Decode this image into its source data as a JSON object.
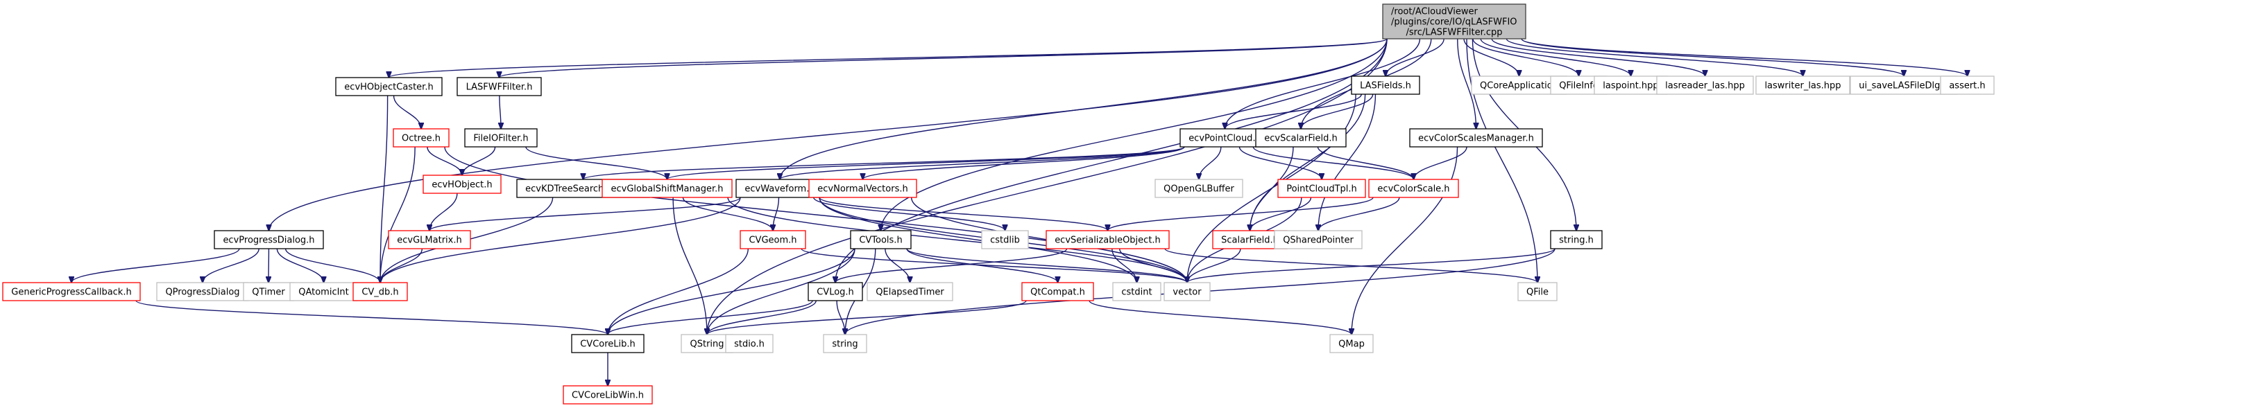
{
  "diagram": {
    "type": "include-dependency-graph",
    "colors": {
      "edge": "#191970",
      "root_fill": "#bfbfbf",
      "root_border": "#404040",
      "documented_border": "#000000",
      "truncated_border": "#ff0000",
      "external_border": "#bfbfbf"
    },
    "legend_of_styles": {
      "root": "file being documented (grey fill)",
      "documented": "black border",
      "truncated": "red border (has more includes not shown)",
      "external": "grey border (system / third-party header)"
    },
    "nodes": [
      {
        "id": "root",
        "label": [
          "/root/ACloudViewer",
          "/plugins/core/IO/qLASFWFIO",
          "/src/LASFWFFilter.cpp"
        ],
        "style": "root"
      },
      {
        "id": "ecvHObjectCaster",
        "label": [
          "ecvHObjectCaster.h"
        ],
        "style": "documented"
      },
      {
        "id": "LASFWFFilter",
        "label": [
          "LASFWFFilter.h"
        ],
        "style": "documented"
      },
      {
        "id": "LASFields",
        "label": [
          "LASFields.h"
        ],
        "style": "documented"
      },
      {
        "id": "QCoreApplication",
        "label": [
          "QCoreApplication"
        ],
        "style": "external"
      },
      {
        "id": "QFileInfo",
        "label": [
          "QFileInfo"
        ],
        "style": "external"
      },
      {
        "id": "laspoint",
        "label": [
          "laspoint.hpp"
        ],
        "style": "external"
      },
      {
        "id": "lasreader_las",
        "label": [
          "lasreader_las.hpp"
        ],
        "style": "external"
      },
      {
        "id": "laswriter_las",
        "label": [
          "laswriter_las.hpp"
        ],
        "style": "external"
      },
      {
        "id": "ui_saveLASFileDlg",
        "label": [
          "ui_saveLASFileDlg.h"
        ],
        "style": "external"
      },
      {
        "id": "assert",
        "label": [
          "assert.h"
        ],
        "style": "external"
      },
      {
        "id": "Octree",
        "label": [
          "Octree.h"
        ],
        "style": "truncated"
      },
      {
        "id": "FileIOFilter",
        "label": [
          "FileIOFilter.h"
        ],
        "style": "documented"
      },
      {
        "id": "ecvPointCloud",
        "label": [
          "ecvPointCloud.h"
        ],
        "style": "documented"
      },
      {
        "id": "ecvScalarField",
        "label": [
          "ecvScalarField.h"
        ],
        "style": "documented"
      },
      {
        "id": "ecvColorScalesManager",
        "label": [
          "ecvColorScalesManager.h"
        ],
        "style": "documented"
      },
      {
        "id": "ecvHObject",
        "label": [
          "ecvHObject.h"
        ],
        "style": "truncated"
      },
      {
        "id": "ecvKDTreeSearchParam",
        "label": [
          "ecvKDTreeSearchParam.h"
        ],
        "style": "documented"
      },
      {
        "id": "ecvGlobalShiftManager",
        "label": [
          "ecvGlobalShiftManager.h"
        ],
        "style": "truncated"
      },
      {
        "id": "ecvWaveform",
        "label": [
          "ecvWaveform.h"
        ],
        "style": "documented"
      },
      {
        "id": "ecvNormalVectors",
        "label": [
          "ecvNormalVectors.h"
        ],
        "style": "truncated"
      },
      {
        "id": "QOpenGLBuffer",
        "label": [
          "QOpenGLBuffer"
        ],
        "style": "external"
      },
      {
        "id": "PointCloudTpl",
        "label": [
          "PointCloudTpl.h"
        ],
        "style": "truncated"
      },
      {
        "id": "ecvColorScale",
        "label": [
          "ecvColorScale.h"
        ],
        "style": "truncated"
      },
      {
        "id": "ecvProgressDialog",
        "label": [
          "ecvProgressDialog.h"
        ],
        "style": "documented"
      },
      {
        "id": "ecvGLMatrix",
        "label": [
          "ecvGLMatrix.h"
        ],
        "style": "truncated"
      },
      {
        "id": "CVGeom",
        "label": [
          "CVGeom.h"
        ],
        "style": "truncated"
      },
      {
        "id": "CVTools",
        "label": [
          "CVTools.h"
        ],
        "style": "documented"
      },
      {
        "id": "cstdlib",
        "label": [
          "cstdlib"
        ],
        "style": "external"
      },
      {
        "id": "ecvSerializableObject",
        "label": [
          "ecvSerializableObject.h"
        ],
        "style": "truncated"
      },
      {
        "id": "ScalarField",
        "label": [
          "ScalarField.h"
        ],
        "style": "truncated"
      },
      {
        "id": "QSharedPointer",
        "label": [
          "QSharedPointer"
        ],
        "style": "external"
      },
      {
        "id": "string_h",
        "label": [
          "string.h"
        ],
        "style": "documented"
      },
      {
        "id": "GenericProgressCallback",
        "label": [
          "GenericProgressCallback.h"
        ],
        "style": "truncated"
      },
      {
        "id": "QProgressDialog",
        "label": [
          "QProgressDialog"
        ],
        "style": "external"
      },
      {
        "id": "QTimer",
        "label": [
          "QTimer"
        ],
        "style": "external"
      },
      {
        "id": "QAtomicInt",
        "label": [
          "QAtomicInt"
        ],
        "style": "external"
      },
      {
        "id": "CV_db",
        "label": [
          "CV_db.h"
        ],
        "style": "truncated"
      },
      {
        "id": "CVLog",
        "label": [
          "CVLog.h"
        ],
        "style": "documented"
      },
      {
        "id": "QElapsedTimer",
        "label": [
          "QElapsedTimer"
        ],
        "style": "external"
      },
      {
        "id": "QtCompat",
        "label": [
          "QtCompat.h"
        ],
        "style": "truncated"
      },
      {
        "id": "cstdint",
        "label": [
          "cstdint"
        ],
        "style": "external"
      },
      {
        "id": "vector",
        "label": [
          "vector"
        ],
        "style": "external"
      },
      {
        "id": "QFile",
        "label": [
          "QFile"
        ],
        "style": "external"
      },
      {
        "id": "CVCoreLib",
        "label": [
          "CVCoreLib.h"
        ],
        "style": "documented"
      },
      {
        "id": "QString",
        "label": [
          "QString"
        ],
        "style": "external"
      },
      {
        "id": "stdio",
        "label": [
          "stdio.h"
        ],
        "style": "external"
      },
      {
        "id": "string",
        "label": [
          "string"
        ],
        "style": "external"
      },
      {
        "id": "QMap",
        "label": [
          "QMap"
        ],
        "style": "external"
      },
      {
        "id": "CVCoreLibWin",
        "label": [
          "CVCoreLibWin.h"
        ],
        "style": "truncated"
      }
    ],
    "edges": [
      [
        "root",
        "ecvHObjectCaster"
      ],
      [
        "root",
        "LASFWFFilter"
      ],
      [
        "root",
        "LASFields"
      ],
      [
        "root",
        "QCoreApplication"
      ],
      [
        "root",
        "QFileInfo"
      ],
      [
        "root",
        "laspoint"
      ],
      [
        "root",
        "lasreader_las"
      ],
      [
        "root",
        "laswriter_las"
      ],
      [
        "root",
        "ui_saveLASFileDlg"
      ],
      [
        "root",
        "assert"
      ],
      [
        "root",
        "ecvPointCloud"
      ],
      [
        "root",
        "ecvScalarField"
      ],
      [
        "root",
        "ecvColorScalesManager"
      ],
      [
        "root",
        "ecvWaveform"
      ],
      [
        "root",
        "ecvProgressDialog"
      ],
      [
        "root",
        "CVTools"
      ],
      [
        "root",
        "CVLog"
      ],
      [
        "root",
        "QString"
      ],
      [
        "root",
        "string_h"
      ],
      [
        "root",
        "QFile"
      ],
      [
        "ecvHObjectCaster",
        "Octree"
      ],
      [
        "ecvHObjectCaster",
        "CV_db"
      ],
      [
        "LASFWFFilter",
        "FileIOFilter"
      ],
      [
        "LASFields",
        "ecvPointCloud"
      ],
      [
        "LASFields",
        "ecvScalarField"
      ],
      [
        "LASFields",
        "QSharedPointer"
      ],
      [
        "LASFields",
        "vector"
      ],
      [
        "LASFields",
        "ScalarField"
      ],
      [
        "Octree",
        "ecvHObject"
      ],
      [
        "Octree",
        "CV_db"
      ],
      [
        "Octree",
        "vector"
      ],
      [
        "FileIOFilter",
        "ecvHObject"
      ],
      [
        "FileIOFilter",
        "ecvGlobalShiftManager"
      ],
      [
        "ecvHObject",
        "ecvGLMatrix"
      ],
      [
        "ecvPointCloud",
        "ecvKDTreeSearchParam"
      ],
      [
        "ecvPointCloud",
        "ecvWaveform"
      ],
      [
        "ecvPointCloud",
        "ecvNormalVectors"
      ],
      [
        "ecvPointCloud",
        "QOpenGLBuffer"
      ],
      [
        "ecvPointCloud",
        "PointCloudTpl"
      ],
      [
        "ecvPointCloud",
        "ecvColorScale"
      ],
      [
        "ecvPointCloud",
        "ecvGlobalShiftManager"
      ],
      [
        "ecvScalarField",
        "ecvColorScale"
      ],
      [
        "ecvScalarField",
        "ScalarField"
      ],
      [
        "ecvColorScalesManager",
        "ecvColorScale"
      ],
      [
        "ecvColorScalesManager",
        "QMap"
      ],
      [
        "ecvKDTreeSearchParam",
        "CV_db"
      ],
      [
        "ecvGlobalShiftManager",
        "CVGeom"
      ],
      [
        "ecvGlobalShiftManager",
        "QString"
      ],
      [
        "ecvGlobalShiftManager",
        "vector"
      ],
      [
        "ecvWaveform",
        "ecvGLMatrix"
      ],
      [
        "ecvWaveform",
        "CVGeom"
      ],
      [
        "ecvWaveform",
        "cstdlib"
      ],
      [
        "ecvWaveform",
        "ecvSerializableObject"
      ],
      [
        "ecvWaveform",
        "CV_db"
      ],
      [
        "ecvWaveform",
        "vector"
      ],
      [
        "ecvWaveform",
        "cstdint"
      ],
      [
        "ecvNormalVectors",
        "vector"
      ],
      [
        "PointCloudTpl",
        "ScalarField"
      ],
      [
        "PointCloudTpl",
        "vector"
      ],
      [
        "ecvColorScale",
        "ecvSerializableObject"
      ],
      [
        "ecvColorScale",
        "QSharedPointer"
      ],
      [
        "ecvProgressDialog",
        "GenericProgressCallback"
      ],
      [
        "ecvProgressDialog",
        "QProgressDialog"
      ],
      [
        "ecvProgressDialog",
        "QTimer"
      ],
      [
        "ecvProgressDialog",
        "QAtomicInt"
      ],
      [
        "ecvProgressDialog",
        "CV_db"
      ],
      [
        "ecvGLMatrix",
        "CV_db"
      ],
      [
        "CVGeom",
        "CVCoreLib"
      ],
      [
        "CVGeom",
        "vector"
      ],
      [
        "CVTools",
        "CVCoreLib"
      ],
      [
        "CVTools",
        "QElapsedTimer"
      ],
      [
        "CVTools",
        "QtCompat"
      ],
      [
        "CVTools",
        "QString"
      ],
      [
        "CVTools",
        "string"
      ],
      [
        "CVTools",
        "vector"
      ],
      [
        "ecvSerializableObject",
        "CVLog"
      ],
      [
        "ecvSerializableObject",
        "cstdint"
      ],
      [
        "ecvSerializableObject",
        "QFile"
      ],
      [
        "ecvSerializableObject",
        "vector"
      ],
      [
        "ScalarField",
        "vector"
      ],
      [
        "string_h",
        "vector"
      ],
      [
        "string_h",
        "string"
      ],
      [
        "GenericProgressCallback",
        "CVCoreLib"
      ],
      [
        "CVLog",
        "CVCoreLib"
      ],
      [
        "CVLog",
        "QString"
      ],
      [
        "CVLog",
        "string"
      ],
      [
        "QtCompat",
        "QString"
      ],
      [
        "QtCompat",
        "QMap"
      ],
      [
        "CVCoreLib",
        "CVCoreLibWin"
      ]
    ]
  }
}
